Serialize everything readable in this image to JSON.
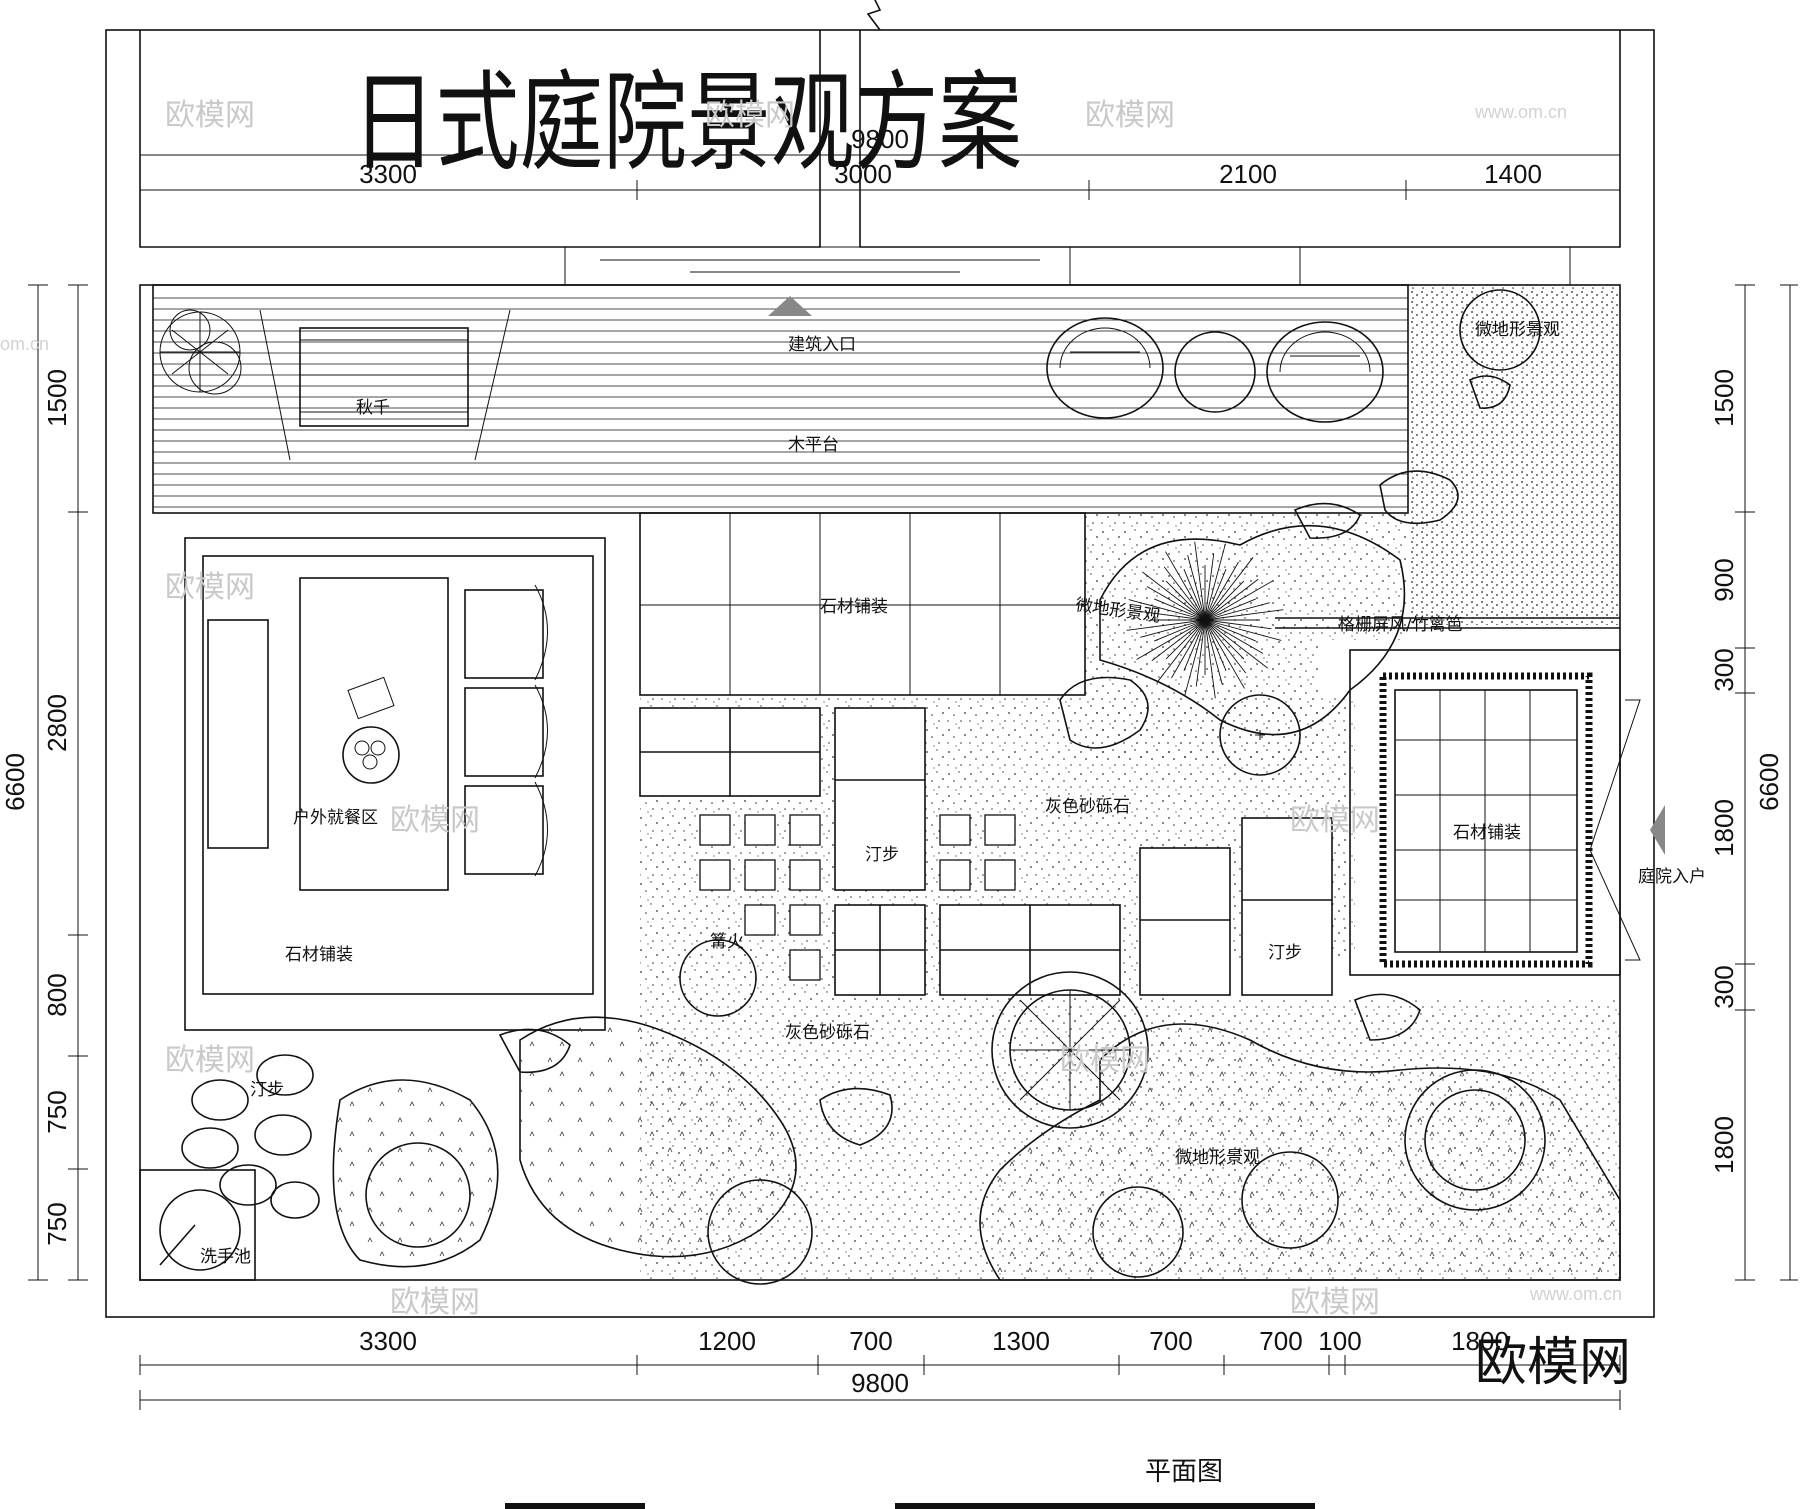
{
  "title": "日式庭院景观方案",
  "caption": "平面图",
  "brand": "欧模网",
  "watermarks": {
    "text": "欧模网",
    "url": "www.om.cn",
    "url_cut": "om.cn"
  },
  "dims_top": {
    "total": "9800",
    "segments": [
      "3300",
      "3000",
      "2100",
      "1400"
    ]
  },
  "dims_bottom": {
    "total": "9800",
    "segments": [
      "3300",
      "1200",
      "700",
      "1300",
      "700",
      "700",
      "100",
      "1800"
    ]
  },
  "dims_left": {
    "total": "6600",
    "segments": [
      "1500",
      "2800",
      "800",
      "750",
      "750"
    ]
  },
  "dims_right": {
    "total": "6600",
    "segments": [
      "1500",
      "900",
      "300",
      "1800",
      "300",
      "1800"
    ]
  },
  "labels": {
    "swing": "秋千",
    "building_entrance": "建筑入口",
    "wood_deck": "木平台",
    "micro_terrain_top": "微地形景观",
    "micro_terrain_mid": "微地形景观",
    "micro_terrain_bottom": "微地形景观",
    "stone_paving_center": "石材铺装",
    "stone_paving_left": "石材铺装",
    "stone_paving_right": "石材铺装",
    "screen": "格栅屏风/竹篱笆",
    "gravel_1": "灰色砂砾石",
    "gravel_2": "灰色砂砾石",
    "stepping_1": "汀步",
    "stepping_2": "汀步",
    "stepping_3": "汀步",
    "dining": "户外就餐区",
    "fire_pit": "篝火",
    "courtyard_entrance": "庭院入户",
    "wash_basin": "洗手池"
  }
}
